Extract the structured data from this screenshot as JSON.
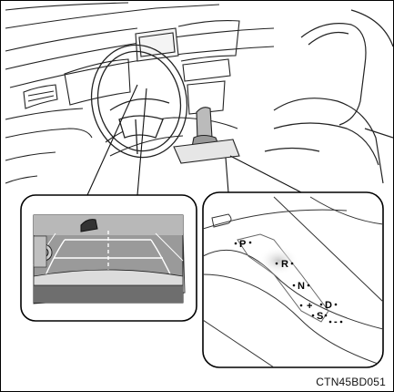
{
  "figure": {
    "caption": "CTN45BD051",
    "shift_gate": {
      "positions": [
        "P",
        "R",
        "N",
        "D",
        "S",
        "+",
        "-"
      ],
      "highlighted_position": "R"
    },
    "camera_monitor": {
      "guide_lines": "reverse-parking guide"
    }
  }
}
